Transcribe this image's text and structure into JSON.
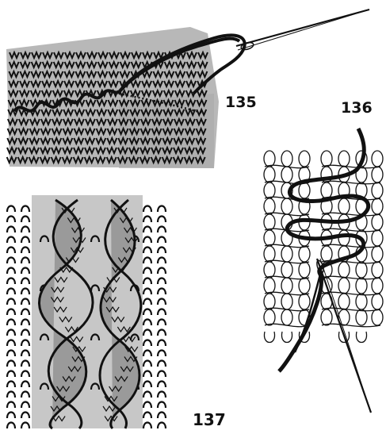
{
  "figures": [
    {
      "label": "135"
    },
    {
      "label": "136"
    },
    {
      "label": "137"
    }
  ],
  "colors": {
    "ink": "#111111",
    "paper": "#ffffff",
    "tint_light": "#bdbdbd",
    "tint_dark": "#8f8f8f"
  }
}
